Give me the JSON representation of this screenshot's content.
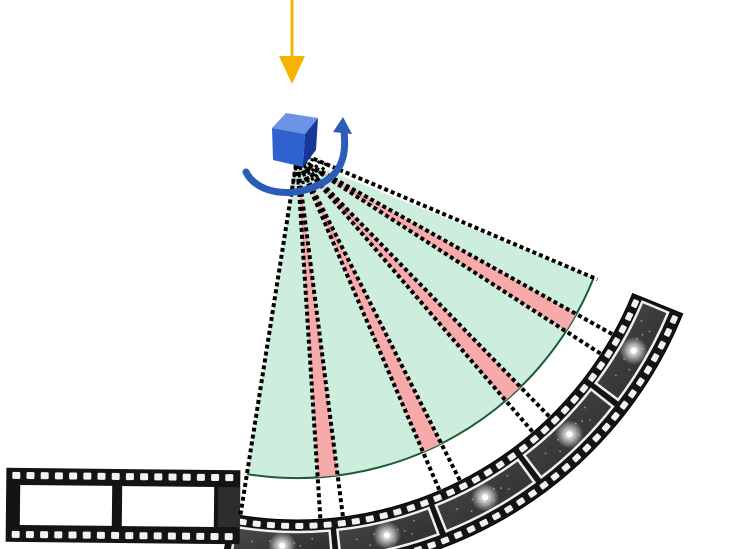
{
  "diagram": {
    "colors": {
      "beam": "#f5b400",
      "crystal_light": "#6d93e6",
      "crystal_mid": "#2f62cf",
      "crystal_dark": "#16389a",
      "rotation_arrow": "#2c5bb8",
      "fan_fill": "#cdeedc",
      "fan_stroke": "#1d5a37",
      "highlight_band": "#f6aaaa",
      "dotted_line": "#000000",
      "film_frame": "#141414",
      "film_exposure": "#3b3b3b",
      "film_hole": "#f2f2f2",
      "spot": "#ffffff",
      "strip_blank": "#ffffff"
    },
    "frames": 5,
    "exposure_wedges": 4,
    "blank_strip_cells": 2,
    "icons": {
      "beam": "arrow-down",
      "crystal": "cube",
      "rotation": "curved-arrow",
      "scattering": "concentric-arcs",
      "detector": "film-strip"
    }
  }
}
